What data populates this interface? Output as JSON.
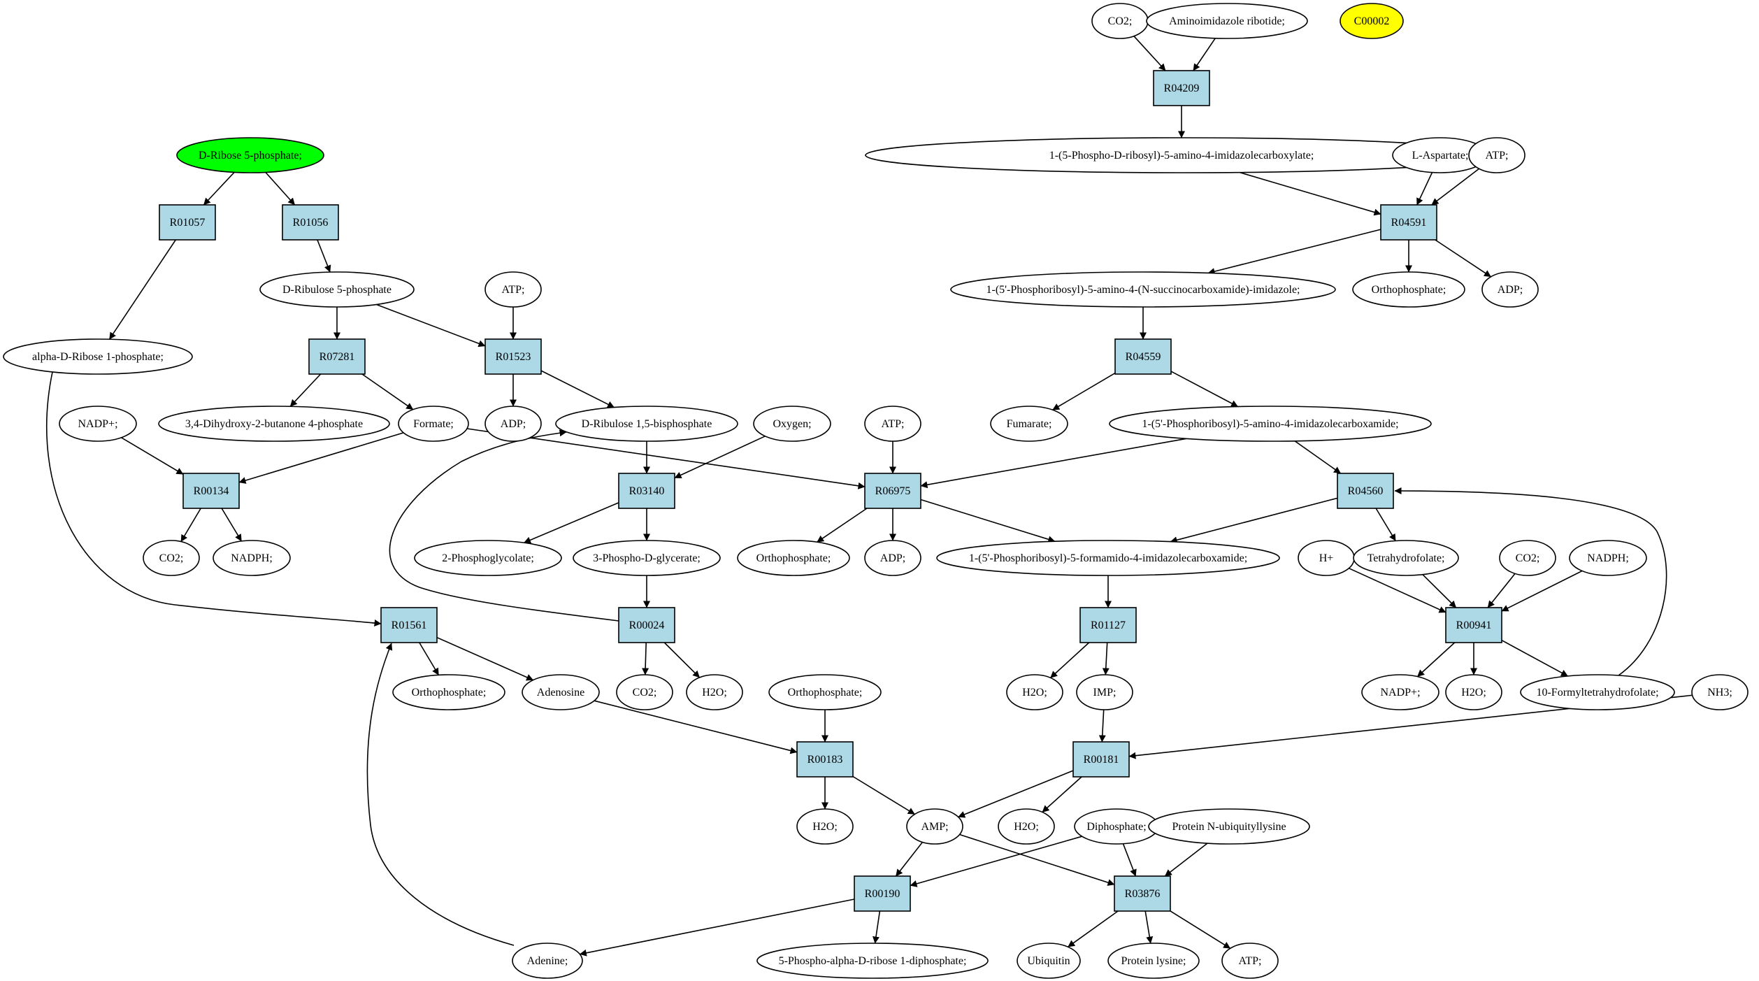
{
  "nodes": {
    "co2_top": "CO2;",
    "aminoimidazole": "Aminoimidazole ribotide;",
    "c00002": "C00002",
    "r04209": "R04209",
    "phosphoribosyl_carboxylate": "1-(5-Phospho-D-ribosyl)-5-amino-4-imidazolecarboxylate;",
    "l_aspartate": "L-Aspartate;",
    "atp_r04591": "ATP;",
    "r04591": "R04591",
    "succinocarboxamide": "1-(5'-Phosphoribosyl)-5-amino-4-(N-succinocarboxamide)-imidazole;",
    "orthophosphate_r04591": "Orthophosphate;",
    "adp_r04591": "ADP;",
    "r04559": "R04559",
    "fumarate": "Fumarate;",
    "imidazolecarboxamide": "1-(5'-Phosphoribosyl)-5-amino-4-imidazolecarboxamide;",
    "r04560": "R04560",
    "d_ribose_5p": "D-Ribose 5-phosphate;",
    "r01057": "R01057",
    "r01056": "R01056",
    "d_ribulose_5p": "D-Ribulose 5-phosphate",
    "atp_r01523": "ATP;",
    "alpha_d_ribose_1p": "alpha-D-Ribose 1-phosphate;",
    "r07281": "R07281",
    "r01523": "R01523",
    "nadp_plus_left": "NADP+;",
    "butanone_4p": "3,4-Dihydroxy-2-butanone 4-phosphate",
    "formate": "Formate;",
    "adp_r01523": "ADP;",
    "ribulose_15bp": "D-Ribulose 1,5-bisphosphate",
    "oxygen": "Oxygen;",
    "atp_r06975": "ATP;",
    "r00134": "R00134",
    "r03140": "R03140",
    "r06975": "R06975",
    "co2_r00134": "CO2;",
    "nadph_r00134": "NADPH;",
    "phosphoglycolate": "2-Phosphoglycolate;",
    "phosphoglycerate": "3-Phospho-D-glycerate;",
    "orthophosphate_r06975": "Orthophosphate;",
    "adp_r06975": "ADP;",
    "formamido": "1-(5'-Phosphoribosyl)-5-formamido-4-imidazolecarboxamide;",
    "h_plus": "H+",
    "tetrahydrofolate": "Tetrahydrofolate;",
    "co2_r00941": "CO2;",
    "nadph_r00941": "NADPH;",
    "r01561": "R01561",
    "r00024": "R00024",
    "r01127": "R01127",
    "r00941": "R00941",
    "orthophosphate_r01561": "Orthophosphate;",
    "adenosine": "Adenosine",
    "co2_r00024": "CO2;",
    "h2o_r00024": "H2O;",
    "orthophosphate_r00183": "Orthophosphate;",
    "h2o_r01127": "H2O;",
    "imp": "IMP;",
    "nadp_plus_r00941": "NADP+;",
    "h2o_r00941": "H2O;",
    "formyltetrahydrofolate": "10-Formyltetrahydrofolate;",
    "nh3": "NH3;",
    "r00183": "R00183",
    "r00181": "R00181",
    "h2o_r00183": "H2O;",
    "amp": "AMP;",
    "h2o_r00181": "H2O;",
    "diphosphate": "Diphosphate;",
    "ubiquityllysine": "Protein N-ubiquityllysine",
    "r00190": "R00190",
    "r03876": "R03876",
    "adenine": "Adenine;",
    "prpp": "5-Phospho-alpha-D-ribose 1-diphosphate;",
    "ubiquitin": "Ubiquitin",
    "protein_lysine": "Protein lysine;",
    "atp_r03876": "ATP;"
  },
  "colors": {
    "start_fill": "#00ff00",
    "target_fill": "#ffff00",
    "compound_fill": "#ffffff",
    "reaction_fill": "#add8e6"
  }
}
